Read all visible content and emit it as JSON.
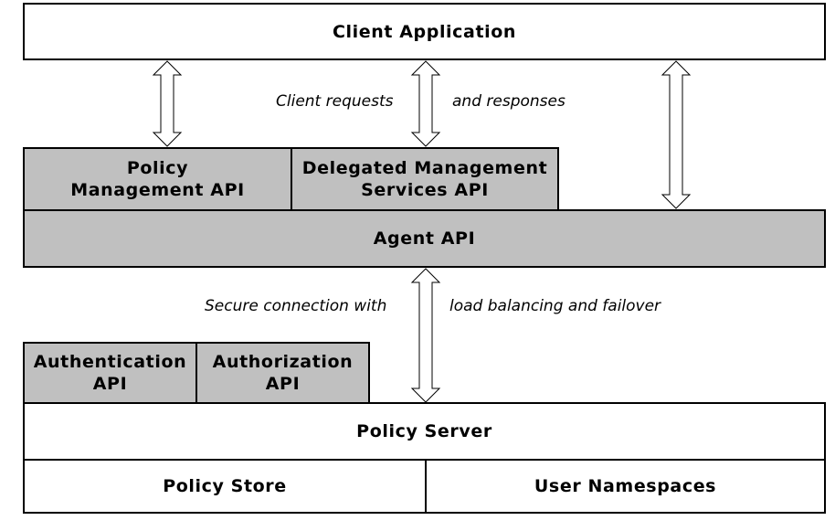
{
  "colors": {
    "white_box": "#ffffff",
    "grey_box": "#c0c0c0",
    "stroke": "#000000"
  },
  "boxes": {
    "client_application": "Client Application",
    "policy_management_api": [
      "Policy",
      "Management API"
    ],
    "delegated_management_services_api": [
      "Delegated Management",
      "Services API"
    ],
    "agent_api": "Agent API",
    "authentication_api": [
      "Authentication",
      "API"
    ],
    "authorization_api": [
      "Authorization",
      "API"
    ],
    "policy_server": "Policy Server",
    "policy_store": "Policy Store",
    "user_namespaces": "User Namespaces"
  },
  "labels": {
    "client_requests": "Client requests",
    "and_responses": "and responses",
    "secure_connection": "Secure connection with",
    "load_balancing": "load balancing and failover"
  },
  "connectors": [
    {
      "from": "Client Application",
      "to": "Policy Management API",
      "kind": "double-arrow"
    },
    {
      "from": "Client Application",
      "to": "Delegated Management Services API",
      "kind": "double-arrow"
    },
    {
      "from": "Client Application",
      "to": "Agent API",
      "kind": "double-arrow"
    },
    {
      "from": "Agent API",
      "to": "Policy Server",
      "kind": "double-arrow"
    }
  ]
}
